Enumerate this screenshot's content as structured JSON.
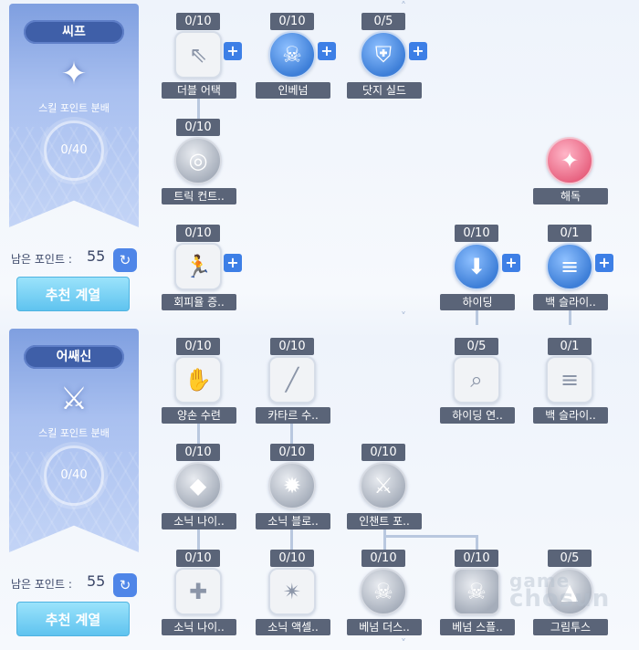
{
  "sections": [
    {
      "class_name": "씨프",
      "class_icon": "dagger-icon",
      "distribution_label": "스킬 포인트 분배",
      "distribution_value": "0/40",
      "points_label": "남은 포인트 :",
      "points_value": "55",
      "recommend_label": "추천 계열",
      "skills": [
        {
          "id": "double-attack",
          "level": "0/10",
          "name": "더블 어택",
          "icon": "double-arrow-icon",
          "has_plus": true
        },
        {
          "id": "envenom",
          "level": "0/10",
          "name": "인베넘",
          "icon": "skull-icon",
          "has_plus": true
        },
        {
          "id": "guard-shield",
          "level": "0/5",
          "name": "닷지 실드",
          "icon": "shield-icon",
          "has_plus": true
        },
        {
          "id": "trick-control",
          "level": "0/10",
          "name": "트릭 컨트..",
          "icon": "trap-icon",
          "has_plus": false
        },
        {
          "id": "detox",
          "level": "",
          "name": "해독",
          "icon": "sparkle-icon",
          "has_plus": false
        },
        {
          "id": "evasion-up",
          "level": "0/10",
          "name": "회피율 증..",
          "icon": "dodge-icon",
          "has_plus": true
        },
        {
          "id": "hiding",
          "level": "0/10",
          "name": "하이딩",
          "icon": "hide-icon",
          "has_plus": true
        },
        {
          "id": "back-slide",
          "level": "0/1",
          "name": "백 슬라이..",
          "icon": "backstep-icon",
          "has_plus": true
        }
      ]
    },
    {
      "class_name": "어쌔신",
      "class_icon": "katar-icon",
      "distribution_label": "스킬 포인트 분배",
      "distribution_value": "0/40",
      "points_label": "남은 포인트 :",
      "points_value": "55",
      "recommend_label": "추천 계열",
      "skills": [
        {
          "id": "dual-wield",
          "level": "0/10",
          "name": "양손 수련",
          "icon": "gloves-icon",
          "has_plus": false
        },
        {
          "id": "katar-mastery",
          "level": "0/10",
          "name": "카타르 수..",
          "icon": "katar-blade-icon",
          "has_plus": false
        },
        {
          "id": "hiding-enh",
          "level": "0/5",
          "name": "하이딩 연..",
          "icon": "magnifier-icon",
          "has_plus": false
        },
        {
          "id": "back-slide-enh",
          "level": "0/1",
          "name": "백 슬라이..",
          "icon": "backstep-book-icon",
          "has_plus": false
        },
        {
          "id": "sonic-knife",
          "level": "0/10",
          "name": "소닉 나이..",
          "icon": "crystal-knife-icon",
          "has_plus": false
        },
        {
          "id": "sonic-blow",
          "level": "0/10",
          "name": "소닉 블로..",
          "icon": "burst-icon",
          "has_plus": false
        },
        {
          "id": "enchant-poison",
          "level": "0/10",
          "name": "인챈트 포..",
          "icon": "poison-sword-icon",
          "has_plus": false
        },
        {
          "id": "sonic-knife-2",
          "level": "0/10",
          "name": "소닉 나이..",
          "icon": "cross-blade-icon",
          "has_plus": false
        },
        {
          "id": "sonic-accel",
          "level": "0/10",
          "name": "소닉 액셀..",
          "icon": "star-burst-icon",
          "has_plus": false
        },
        {
          "id": "venom-dust",
          "level": "0/10",
          "name": "베넘 더스..",
          "icon": "skull-round-icon",
          "has_plus": false
        },
        {
          "id": "venom-splash",
          "level": "0/10",
          "name": "베넘 스플..",
          "icon": "skull-splash-icon",
          "has_plus": false
        },
        {
          "id": "grimtooth",
          "level": "0/5",
          "name": "그림투스",
          "icon": "spikes-icon",
          "has_plus": false
        }
      ]
    }
  ],
  "watermark": [
    "game",
    "chosun"
  ]
}
